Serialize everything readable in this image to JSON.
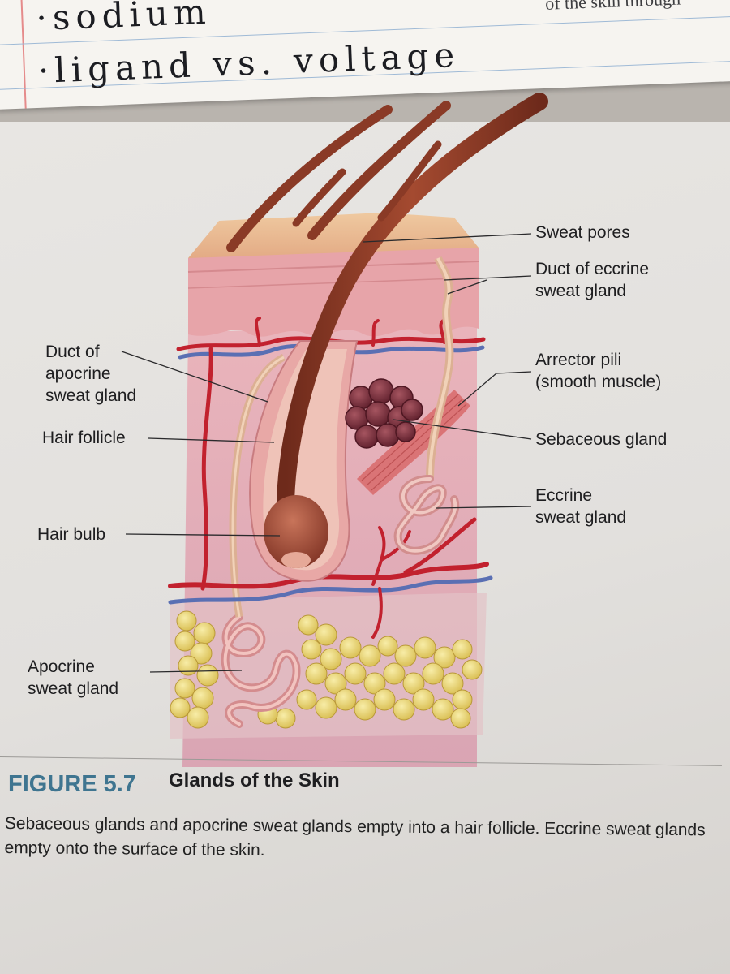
{
  "notebook": {
    "line1": "·sodium",
    "line2": "·ligand vs. voltage",
    "printed_fragment": "of the skin through"
  },
  "labels": {
    "sweat_pores": "Sweat pores",
    "duct_eccrine": "Duct of eccrine\nsweat gland",
    "duct_apocrine": "Duct of\napocrine\nsweat gland",
    "arrector_pili": "Arrector pili\n(smooth muscle)",
    "hair_follicle": "Hair follicle",
    "sebaceous_gland": "Sebaceous gland",
    "eccrine_gland": "Eccrine\nsweat gland",
    "hair_bulb": "Hair bulb",
    "apocrine_gland": "Apocrine\nsweat gland"
  },
  "caption": {
    "number": "FIGURE 5.7",
    "title": "Glands of the Skin",
    "body": "Sebaceous glands and apocrine sweat glands empty into a hair follicle. Eccrine sweat glands empty onto the surface of the skin."
  },
  "colors": {
    "epidermis": "#e6b48e",
    "dermis": "#e8a7b2",
    "artery": "#c2212e",
    "vein": "#5a6fb3",
    "hair": "#8a3a26",
    "fat": "#ead26a",
    "caption_accent": "#3f7590"
  }
}
